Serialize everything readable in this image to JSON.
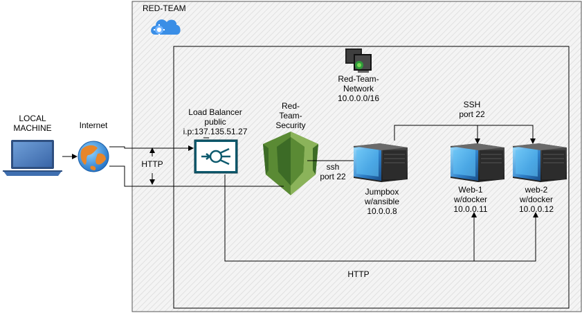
{
  "colors": {
    "hatch_fill": "#f2f2f2",
    "hatch_line": "#e2e2e2",
    "border": "#555555",
    "inner_border": "#000000",
    "lb_teal": "#0e5a6e",
    "shield_green_dark": "#3c6b26",
    "shield_green_mid": "#5a8a34",
    "shield_green_light": "#8bb35a",
    "azure_blue": "#3a8ee6",
    "laptop_blue": "#4a7bbf",
    "server_blue": "#2f80c9"
  },
  "labels": {
    "red_team": "RED-TEAM",
    "local_machine": "LOCAL\nMACHINE",
    "internet": "Internet",
    "load_balancer": "Load Balancer\npublic\ni.p:137.135.51.27",
    "red_team_security": "Red-\nTeam-\nSecurity",
    "red_team_network": "Red-Team-\nNetwork\n10.0.0.0/16",
    "http_left": "HTTP",
    "ssh_jump": "ssh\nport 22",
    "ssh_top": "SSH\nport 22",
    "jumpbox": "Jumpbox\nw/ansible\n10.0.0.8",
    "web1": "Web-1\nw/docker\n10.0.0.11",
    "web2": "web-2\nw/docker\n10.0.0.12",
    "http_bottom": "HTTP"
  },
  "icons": {
    "red_team": "azure-cloud-gear-icon",
    "local_machine": "laptop-icon",
    "internet": "globe-icon",
    "load_balancer": "load-balancer-icon",
    "red_team_security": "security-shield-icon",
    "red_team_network": "network-monitors-icon",
    "jumpbox": "server-icon",
    "web1": "server-icon",
    "web2": "server-icon"
  }
}
